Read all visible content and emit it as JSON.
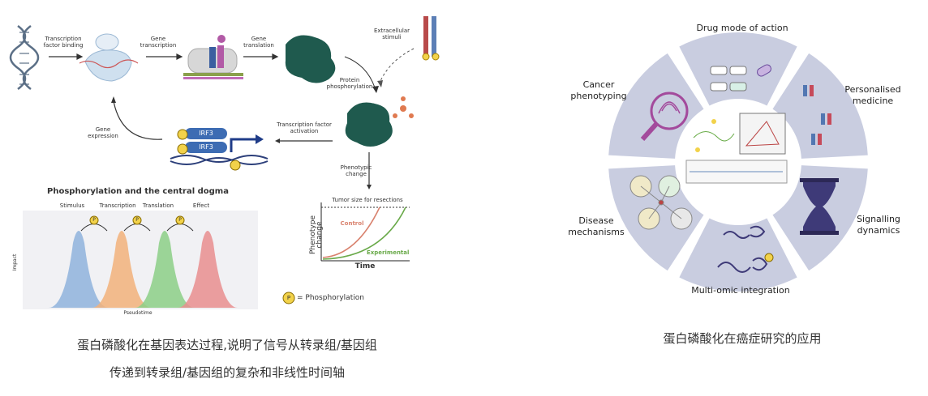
{
  "left_figure": {
    "steps": {
      "tf_binding": "Transcription factor binding",
      "gene_transcription": "Gene transcription",
      "gene_translation": "Gene translation",
      "extracellular_stimuli": "Extracellular stimuli",
      "protein_phosphorylation": "Protein phosphorylation",
      "tf_activation": "Transcription factor activation",
      "gene_expression": "Gene expression",
      "phenotypic_change": "Phenotypic change"
    },
    "irf3_label": "IRF3",
    "p_symbol": "P",
    "tumor_chart": {
      "title": "Tumor size for resections",
      "ylabel": "Phenotype change",
      "xlabel": "Time",
      "series": [
        "Control",
        "Experimental"
      ],
      "colors": {
        "Control": "#d9826e",
        "Experimental": "#6aaa4a"
      }
    },
    "legend": {
      "symbol": "P",
      "label": "= Phosphorylation"
    },
    "dogma_chart": {
      "title": "Phosphorylation and the central dogma",
      "categories": [
        "Stimulus",
        "Transcription",
        "Translation",
        "Effect"
      ],
      "colors": [
        "#8fb3dc",
        "#f2b27a",
        "#8ccf86",
        "#e98e8e"
      ],
      "ylabel": "Impact",
      "xlabel": "Pseudotime"
    },
    "caption_line1": "蛋白磷酸化在基因表达过程,说明了信号从转录组/基因组",
    "caption_line2": "传递到转录组/基因组的复杂和非线性时间轴"
  },
  "right_figure": {
    "segments": [
      {
        "label": "Drug mode of action"
      },
      {
        "label": "Personalised medicine"
      },
      {
        "label": "Signalling dynamics"
      },
      {
        "label": "Multi-omic integration"
      },
      {
        "label": "Disease mechanisms"
      },
      {
        "label": "Cancer phenotyping"
      }
    ],
    "ring_color": "#c9cde0",
    "caption": "蛋白磷酸化在癌症研究的应用"
  }
}
